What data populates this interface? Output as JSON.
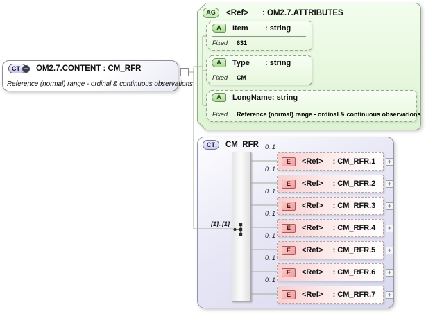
{
  "content_box": {
    "badge": "CT",
    "plus_glyph": "+",
    "title": "OM2.7.CONTENT : CM_RFR",
    "subtitle": "Reference (normal) range - ordinal & continuous observations"
  },
  "connector": {
    "collapse_glyph": "−"
  },
  "attribute_group": {
    "badge": "AG",
    "ref_label": "<Ref>",
    "title": ": OM2.7.ATTRIBUTES",
    "attributes": [
      {
        "badge": "A",
        "name": "Item",
        "type": ": string",
        "fixed_label": "Fixed",
        "fixed_value": "631"
      },
      {
        "badge": "A",
        "name": "Type",
        "type": ": string",
        "fixed_label": "Fixed",
        "fixed_value": "CM"
      },
      {
        "badge": "A",
        "name": "LongName",
        "type": ": string",
        "fixed_label": "Fixed",
        "fixed_value": "Reference (normal) range - ordinal & continuous observations"
      }
    ]
  },
  "complex_type": {
    "badge": "CT",
    "title": "CM_RFR",
    "model_cardinality": "[1]..[1]",
    "elements": [
      {
        "badge": "E",
        "ref": "<Ref>",
        "name": ": CM_RFR.1",
        "cardinality": "0..1",
        "expand_glyph": "+"
      },
      {
        "badge": "E",
        "ref": "<Ref>",
        "name": ": CM_RFR.2",
        "cardinality": "0..1",
        "expand_glyph": "+"
      },
      {
        "badge": "E",
        "ref": "<Ref>",
        "name": ": CM_RFR.3",
        "cardinality": "0..1",
        "expand_glyph": "+"
      },
      {
        "badge": "E",
        "ref": "<Ref>",
        "name": ": CM_RFR.4",
        "cardinality": "0..1",
        "expand_glyph": "+"
      },
      {
        "badge": "E",
        "ref": "<Ref>",
        "name": ": CM_RFR.5",
        "cardinality": "0..1",
        "expand_glyph": "+"
      },
      {
        "badge": "E",
        "ref": "<Ref>",
        "name": ": CM_RFR.6",
        "cardinality": "0..1",
        "expand_glyph": "+"
      },
      {
        "badge": "E",
        "ref": "<Ref>",
        "name": ": CM_RFR.7",
        "cardinality": "0..1",
        "expand_glyph": "+"
      }
    ]
  },
  "colors": {
    "line": "#a6ab9a",
    "green_border": "#8fae83",
    "green_fill_top": "#f3fdee",
    "green_fill_bottom": "#ddf3d2",
    "attr_fill_top": "#f6fef2",
    "attr_fill_bottom": "#e7f7dd",
    "purple_border": "#9595b2",
    "pink_fill": "#f8cfcf"
  }
}
